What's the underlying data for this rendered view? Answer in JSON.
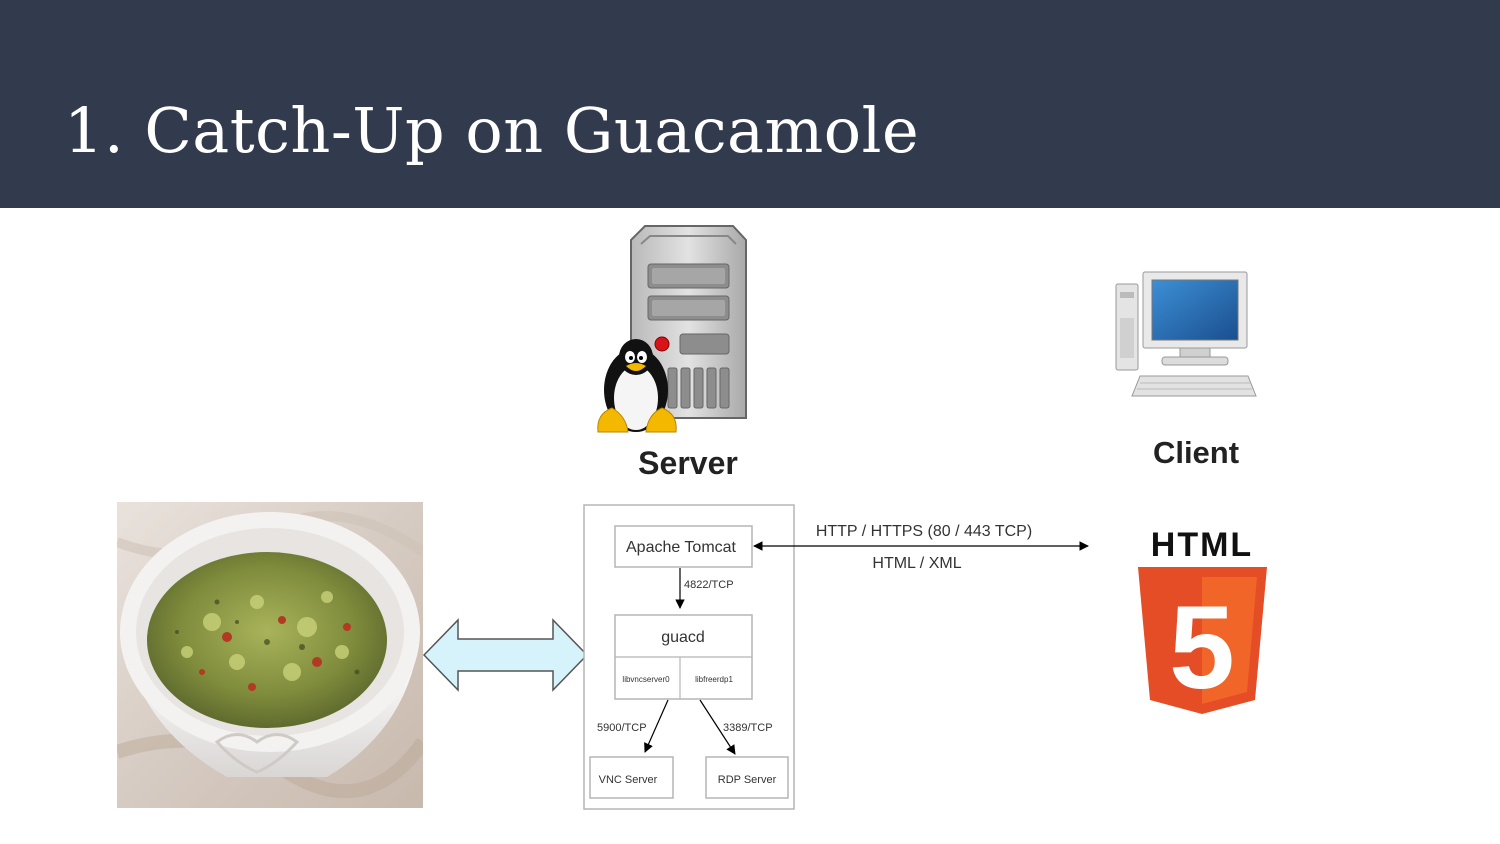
{
  "slide": {
    "title": "1. Catch-Up on Guacamole"
  },
  "diagram": {
    "server_label": "Server",
    "client_label": "Client",
    "html_logo_text": "HTML",
    "html5_digit": "5",
    "boxes": {
      "tomcat": "Apache Tomcat",
      "guacd": "guacd",
      "lib_vnc": "libvncserver0",
      "lib_rdp": "libfreerdp1",
      "vnc_server": "VNC Server",
      "rdp_server": "RDP Server"
    },
    "links": {
      "tomcat_to_guacd": "4822/TCP",
      "guacd_to_vnc": "5900/TCP",
      "guacd_to_rdp": "3389/TCP",
      "http_line": "HTTP / HTTPS (80 / 443 TCP)",
      "html_line": "HTML / XML"
    }
  },
  "colors": {
    "title_bar": "#323a4d",
    "title_text": "#ffffff",
    "double_arrow_fill": "#d6f3fb",
    "html5_orange": "#e44d26",
    "html5_light": "#f16529"
  },
  "icons": [
    "server-tower-icon",
    "tux-penguin-icon",
    "desktop-computer-icon",
    "html5-logo-icon"
  ]
}
